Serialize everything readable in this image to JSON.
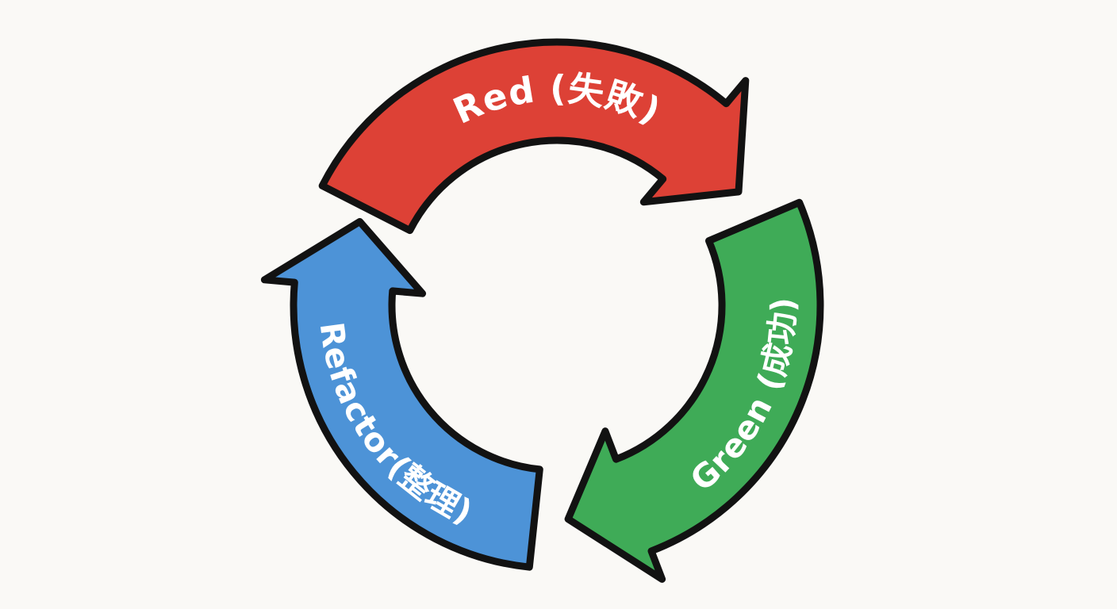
{
  "diagram": {
    "background": "#faf9f6",
    "outline_color": "#121212",
    "label_color": "#ffffff",
    "arrows": [
      {
        "id": "red",
        "label": "Red (失敗)",
        "color": "#dd4136"
      },
      {
        "id": "green",
        "label": "Green (成功)",
        "color": "#3fab57"
      },
      {
        "id": "refactor",
        "label": "Refactor(整理)",
        "color": "#4d93d7"
      }
    ]
  }
}
